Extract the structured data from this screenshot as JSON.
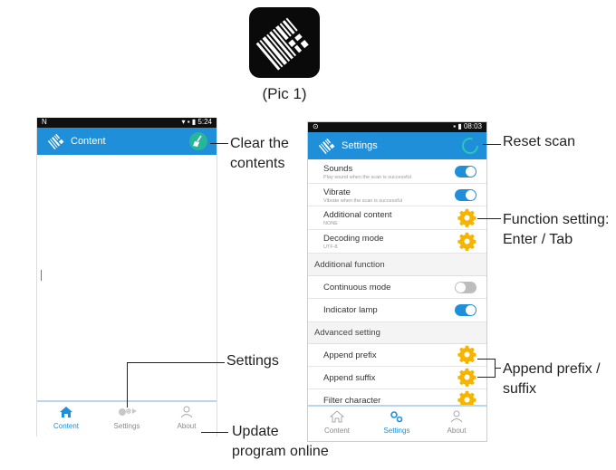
{
  "caption": "(Pic 1)",
  "left_phone": {
    "status_left": "N",
    "status_time": "5:24",
    "app_title": "Content",
    "nav": [
      {
        "label": "Content",
        "icon": "home-icon"
      },
      {
        "label": "Settings",
        "icon": "settings-icon"
      },
      {
        "label": "About",
        "icon": "person-icon"
      }
    ]
  },
  "right_phone": {
    "status_left": "⊙",
    "status_time": "08:03",
    "app_title": "Settings",
    "rows": [
      {
        "title": "Sounds",
        "sub": "Play sound when the scan is successful",
        "control": "toggle-on"
      },
      {
        "title": "Vibrate",
        "sub": "Vibrate when the scan is successful",
        "control": "toggle-on"
      },
      {
        "title": "Additional content",
        "sub": "NONE",
        "control": "gear"
      },
      {
        "title": "Decoding mode",
        "sub": "UTF-8",
        "control": "gear"
      }
    ],
    "section_additional": "Additional function",
    "rows2": [
      {
        "title": "Continuous mode",
        "control": "toggle-off"
      },
      {
        "title": "Indicator lamp",
        "control": "toggle-on"
      }
    ],
    "section_advanced": "Advanced setting",
    "rows3": [
      {
        "title": "Append prefix",
        "control": "gear"
      },
      {
        "title": "Append suffix",
        "control": "gear"
      },
      {
        "title": "Filter character",
        "control": "gear"
      }
    ],
    "nav": [
      {
        "label": "Content",
        "icon": "home-icon"
      },
      {
        "label": "Settings",
        "icon": "settings-icon"
      },
      {
        "label": "About",
        "icon": "person-icon"
      }
    ]
  },
  "callouts": {
    "clear_line1": "Clear the",
    "clear_line2": "contents",
    "settings": "Settings",
    "update_line1": "Update",
    "update_line2": "program online",
    "reset": "Reset scan",
    "function_line1": "Function setting:",
    "function_line2": "Enter / Tab",
    "append_line1": "Append prefix /",
    "append_line2": "suffix"
  },
  "colors": {
    "accent": "#1e8fd8",
    "gear": "#f5b400"
  }
}
